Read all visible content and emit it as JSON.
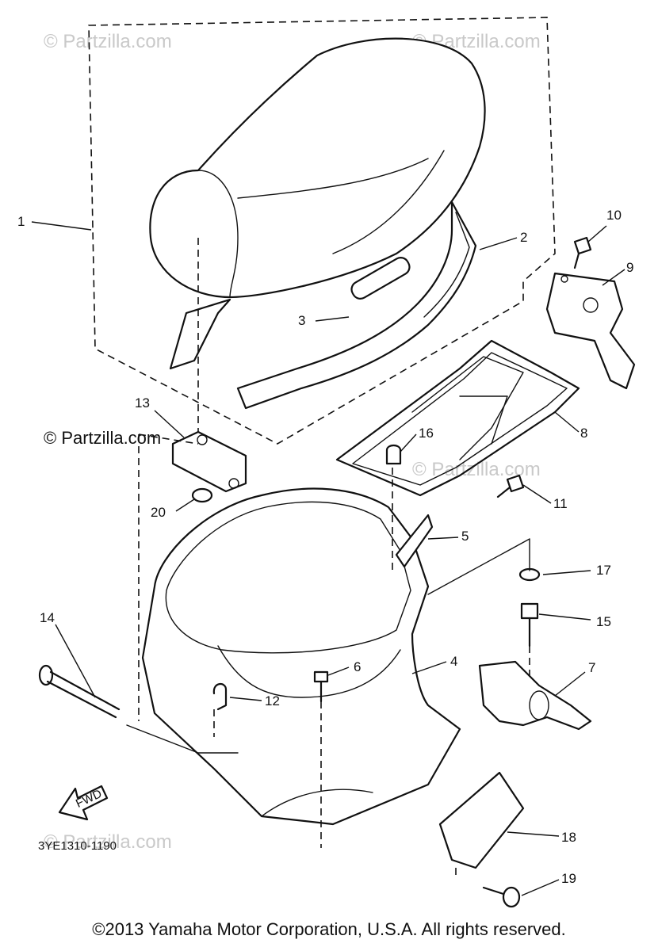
{
  "diagram": {
    "drawing_code": "3YE1310-1190",
    "fwd_label": "FWD",
    "callouts": [
      "1",
      "2",
      "3",
      "4",
      "5",
      "6",
      "7",
      "8",
      "9",
      "10",
      "11",
      "12",
      "13",
      "14",
      "15",
      "16",
      "17",
      "18",
      "19",
      "20"
    ],
    "watermark_light": "© Partzilla.com",
    "watermark_dark": "© Partzilla.com"
  },
  "footer": {
    "copyright": "©2013  Yamaha Motor Corporation, U.S.A. All rights reserved."
  }
}
